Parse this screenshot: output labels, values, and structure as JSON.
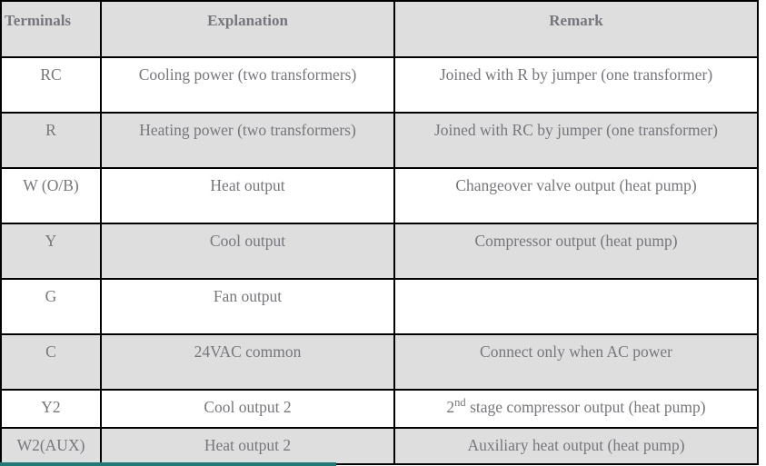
{
  "table": {
    "name": "thermostat-terminal-wiring-table",
    "columns": [
      {
        "key": "terminals",
        "label": "Terminals"
      },
      {
        "key": "explanation",
        "label": "Explanation"
      },
      {
        "key": "remark",
        "label": "Remark"
      }
    ],
    "rows": [
      {
        "terminals": "RC",
        "explanation": "Cooling power (two transformers)",
        "remark": "Joined with R by jumper (one transformer)"
      },
      {
        "terminals": "R",
        "explanation": "Heating power (two transformers)",
        "remark": "Joined with RC by jumper (one transformer)"
      },
      {
        "terminals": "W (O/B)",
        "explanation": "Heat output",
        "remark": "Changeover valve output (heat pump)"
      },
      {
        "terminals": "Y",
        "explanation": "Cool output",
        "remark": "Compressor output (heat pump)"
      },
      {
        "terminals": "G",
        "explanation": "Fan output",
        "remark": ""
      },
      {
        "terminals": "C",
        "explanation": "24VAC common",
        "remark": "Connect only when AC power"
      },
      {
        "terminals": "Y2",
        "explanation": "Cool output 2",
        "remark_ordinal_base": "2",
        "remark_ordinal_suffix": "nd",
        "remark_rest": " stage compressor output (heat pump)"
      },
      {
        "terminals": "W2(AUX)",
        "explanation": "Heat output 2",
        "remark": "Auxiliary heat output (heat pump)"
      }
    ]
  },
  "colors": {
    "header_background": "#dededf",
    "row_shaded_background": "#dededf",
    "row_plain_background": "#ffffff",
    "text": "#76767c",
    "border": "#000000",
    "accent_line": "#1d7a74"
  }
}
